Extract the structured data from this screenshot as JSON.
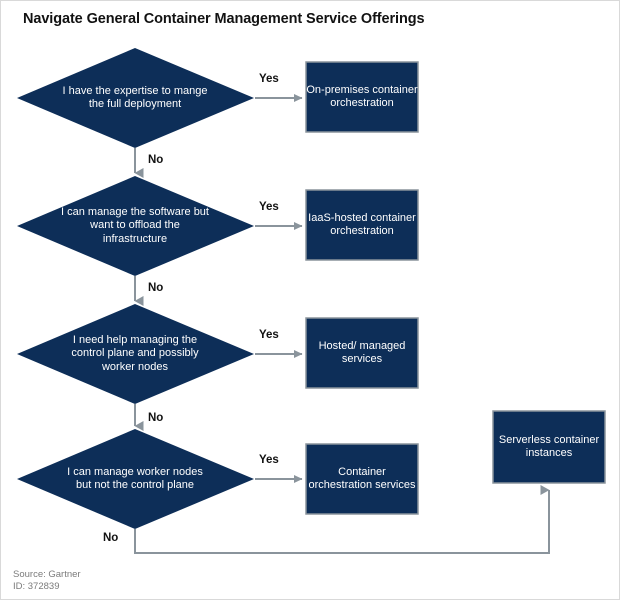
{
  "title": "Navigate General Container Management Service Offerings",
  "colors": {
    "node_fill": "#0d2e58",
    "node_stroke": "#8a949c",
    "connector": "#8a949c",
    "node_text": "#ffffff",
    "label_text": "#121212",
    "footer_text": "#7b7b7b",
    "background": "#ffffff",
    "frame_border": "#d9d9d9"
  },
  "decisions": [
    {
      "id": "decision-expertise",
      "text": "I have the expertise to mange the full deployment",
      "yes_label": "Yes",
      "no_label": "No"
    },
    {
      "id": "decision-manage-software",
      "text": "I can manage the software but want to offload the infrastructure",
      "yes_label": "Yes",
      "no_label": "No"
    },
    {
      "id": "decision-control-plane-help",
      "text": "I need help managing the control plane and possibly worker nodes",
      "yes_label": "Yes",
      "no_label": "No"
    },
    {
      "id": "decision-worker-nodes",
      "text": "I can manage worker nodes but not the control plane",
      "yes_label": "Yes",
      "no_label": "No"
    }
  ],
  "outcomes": [
    {
      "id": "outcome-on-premises",
      "text": "On-premises container orchestration"
    },
    {
      "id": "outcome-iaas-hosted",
      "text": "IaaS-hosted container orchestration"
    },
    {
      "id": "outcome-hosted-managed",
      "text": "Hosted/ managed services"
    },
    {
      "id": "outcome-container-orchestration-services",
      "text": "Container orchestration services"
    },
    {
      "id": "outcome-serverless",
      "text": "Serverless container instances"
    }
  ],
  "footer": {
    "source": "Source: Gartner",
    "id": "ID: 372839"
  }
}
